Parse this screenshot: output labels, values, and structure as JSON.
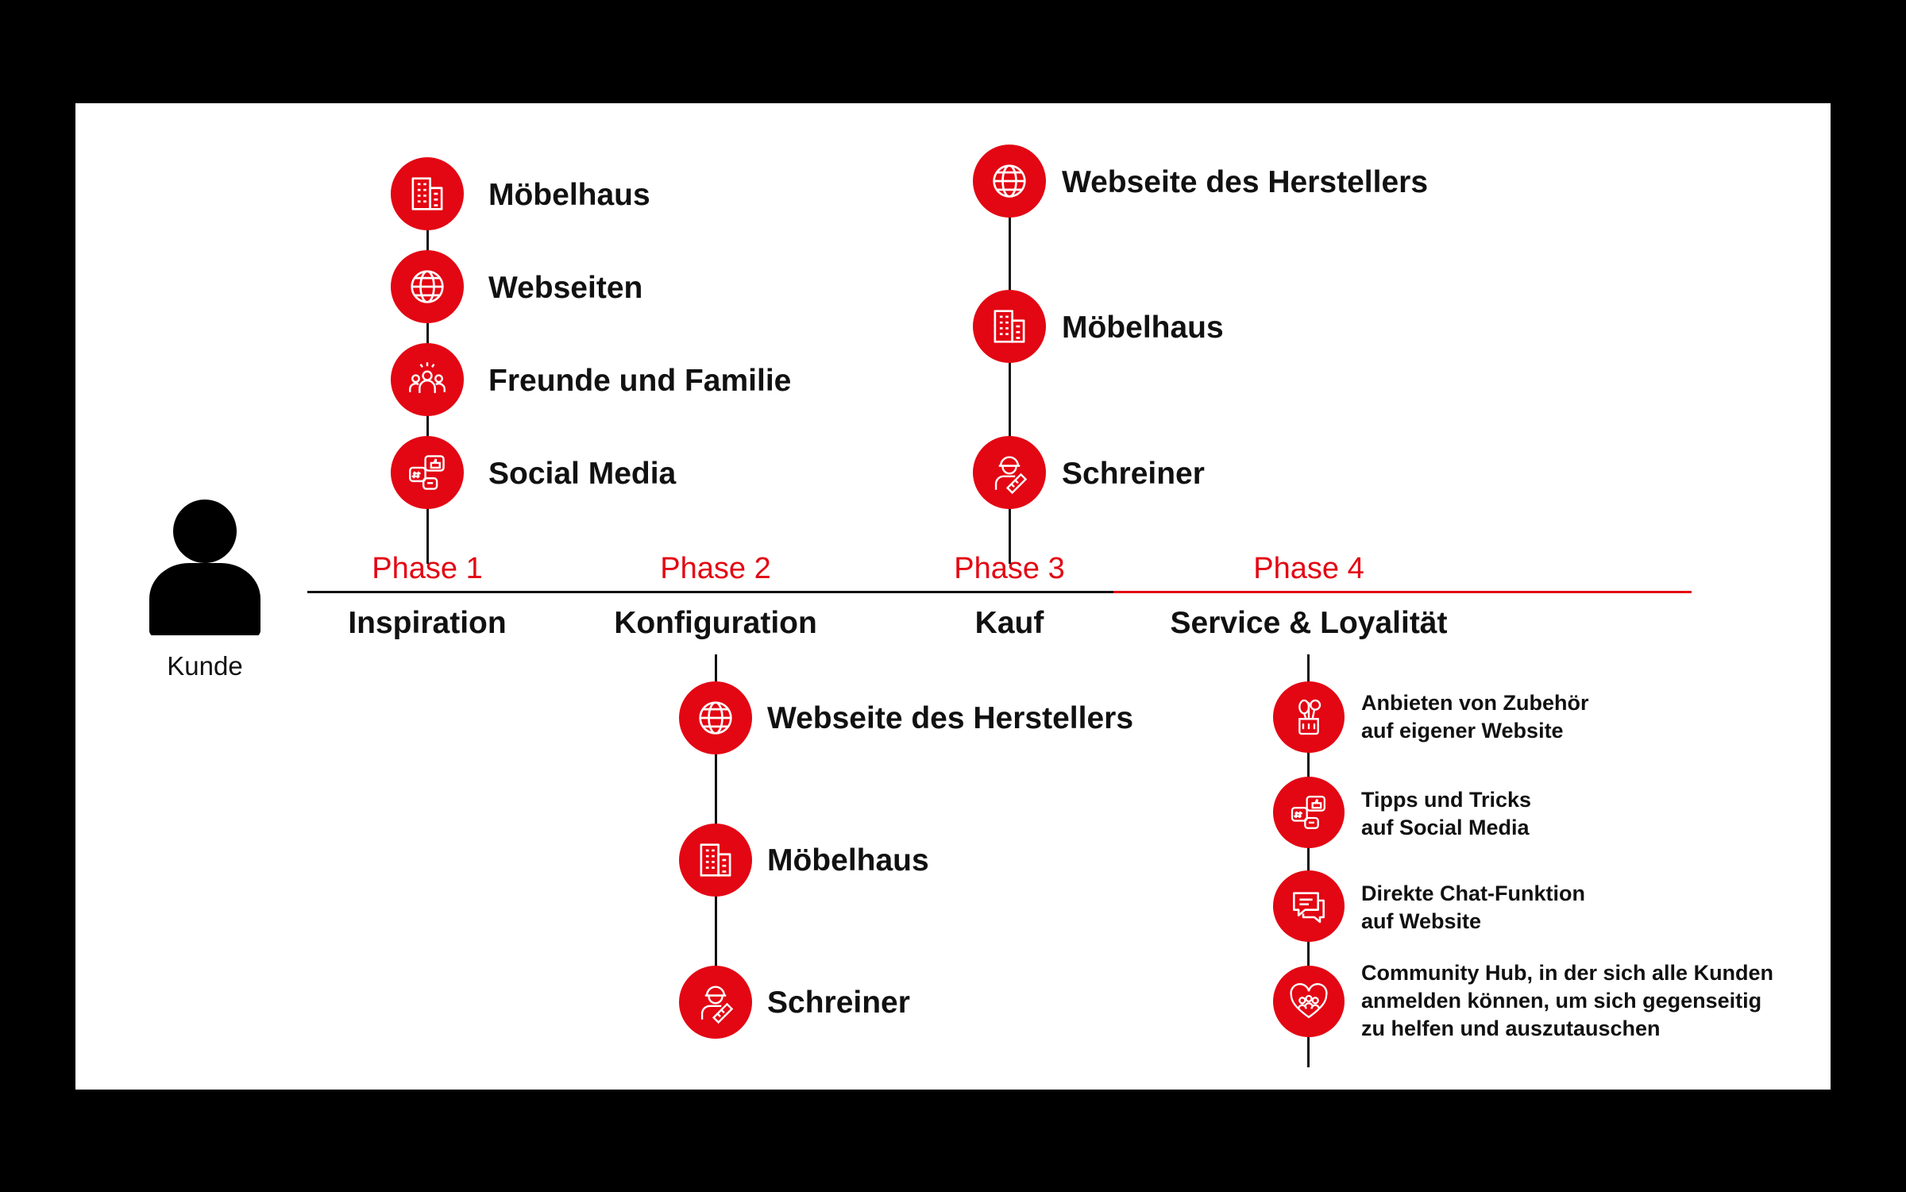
{
  "colors": {
    "accent": "#e30613",
    "line": "#111111",
    "background": "#ffffff",
    "frame": "#000000"
  },
  "customer": {
    "label": "Kunde",
    "icon": "person-icon"
  },
  "timeline": {
    "phases": [
      {
        "phase": "Phase 1",
        "stage": "Inspiration"
      },
      {
        "phase": "Phase 2",
        "stage": "Konfiguration"
      },
      {
        "phase": "Phase 3",
        "stage": "Kauf"
      },
      {
        "phase": "Phase 4",
        "stage": "Service & Loyalität"
      }
    ]
  },
  "inspiration": {
    "items": [
      {
        "label": "Möbelhaus",
        "icon": "building-icon"
      },
      {
        "label": "Webseiten",
        "icon": "globe-icon"
      },
      {
        "label": "Freunde und Familie",
        "icon": "people-group-icon"
      },
      {
        "label": "Social Media",
        "icon": "social-media-icon"
      }
    ]
  },
  "kauf": {
    "items": [
      {
        "label": "Webseite des Herstellers",
        "icon": "globe-icon"
      },
      {
        "label": "Möbelhaus",
        "icon": "building-icon"
      },
      {
        "label": "Schreiner",
        "icon": "carpenter-icon"
      }
    ]
  },
  "konfiguration": {
    "items": [
      {
        "label": "Webseite des Herstellers",
        "icon": "globe-icon"
      },
      {
        "label": "Möbelhaus",
        "icon": "building-icon"
      },
      {
        "label": "Schreiner",
        "icon": "carpenter-icon"
      }
    ]
  },
  "service": {
    "items": [
      {
        "line1": "Anbieten von Zubehör",
        "line2": "auf eigener Website",
        "icon": "tools-cup-icon"
      },
      {
        "line1": "Tipps und Tricks",
        "line2": "auf Social Media",
        "icon": "social-media-icon"
      },
      {
        "line1": "Direkte Chat-Funktion",
        "line2": "auf Website",
        "icon": "chat-icon"
      },
      {
        "line1": "Community Hub, in der sich alle Kunden",
        "line2": "anmelden können, um sich gegenseitig",
        "line3": "zu helfen und auszutauschen",
        "icon": "community-heart-icon"
      }
    ]
  }
}
